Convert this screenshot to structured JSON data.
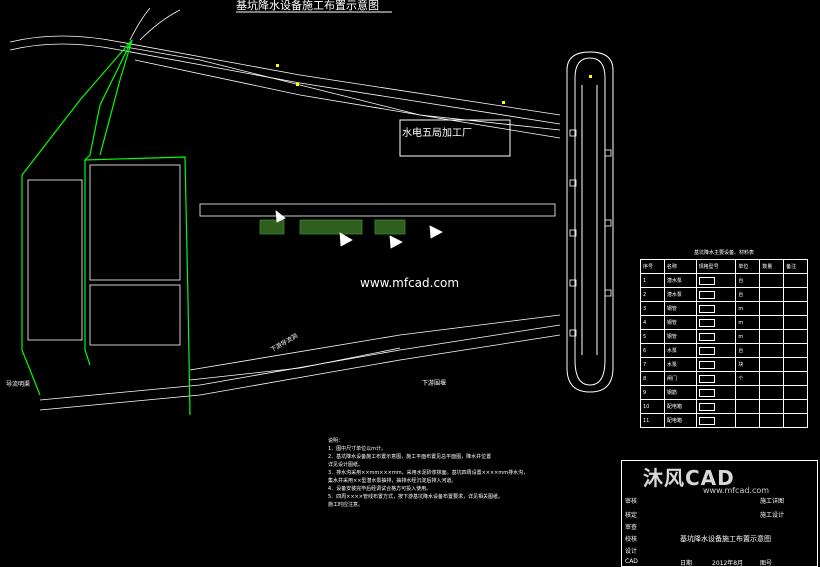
{
  "title": "基坑降水设备施工布置示意图",
  "factory_label": "水电五局加工厂",
  "road_label_1": "下游导流洞",
  "road_label_2": "下游围堰",
  "left_road_label": "导流明渠",
  "watermark": "www.mfcad.com",
  "brand": {
    "name": "沐风CAD",
    "url": "www.mfcad.com"
  },
  "notes": {
    "heading": "说明：",
    "lines": [
      "1．图中尺寸单位以m计。",
      "2．基坑降水设备施工布置示意图，施工平面布置见总平面图，降水井位置",
      "   详见设计图纸。",
      "3．排水沟采用××mm×××mm，采用水泥砂浆抹面。基坑四周设置××××mm排水沟，",
      "   集水井采用××型潜水泵抽排，抽排水经沉淀后排入河道。",
      "4．设备安装完毕后经调试合格方可投入使用。",
      "5．四周××××管线布置方式，按下游基坑降水设备布置要求，详见相关图纸。",
      "   施工时应注意。"
    ]
  },
  "equipment_table": {
    "title": "基坑降水主要设备、材料表",
    "header": [
      "序号",
      "名称",
      "规格型号",
      "单位",
      "数量",
      "备注"
    ],
    "rows": [
      [
        "1",
        "潜水泵",
        "",
        "台",
        "",
        ""
      ],
      [
        "2",
        "潜水泵",
        "",
        "台",
        "",
        ""
      ],
      [
        "3",
        "钢管",
        "",
        "m",
        "",
        ""
      ],
      [
        "4",
        "钢管",
        "",
        "m",
        "",
        ""
      ],
      [
        "5",
        "钢管",
        "",
        "m",
        "",
        ""
      ],
      [
        "6",
        "水泵",
        "",
        "台",
        "",
        ""
      ],
      [
        "7",
        "水泵",
        "",
        "块",
        "",
        ""
      ],
      [
        "8",
        "闸门",
        "",
        "个",
        "",
        ""
      ],
      [
        "9",
        "钢筋",
        "",
        "",
        "",
        ""
      ],
      [
        "10",
        "配电箱",
        "",
        "",
        "",
        ""
      ],
      [
        "11",
        "配电箱",
        "",
        "",
        "",
        ""
      ]
    ]
  },
  "title_block": {
    "rows": [
      "审核",
      "核定",
      "审查",
      "校核",
      "设计",
      "CAD"
    ],
    "stage": "施工详图",
    "project": "施工设计",
    "drawing_name": "基坑降水设备施工布置示意图",
    "date_label": "日期",
    "date_value": "2012年8月",
    "no_label": "图号"
  }
}
